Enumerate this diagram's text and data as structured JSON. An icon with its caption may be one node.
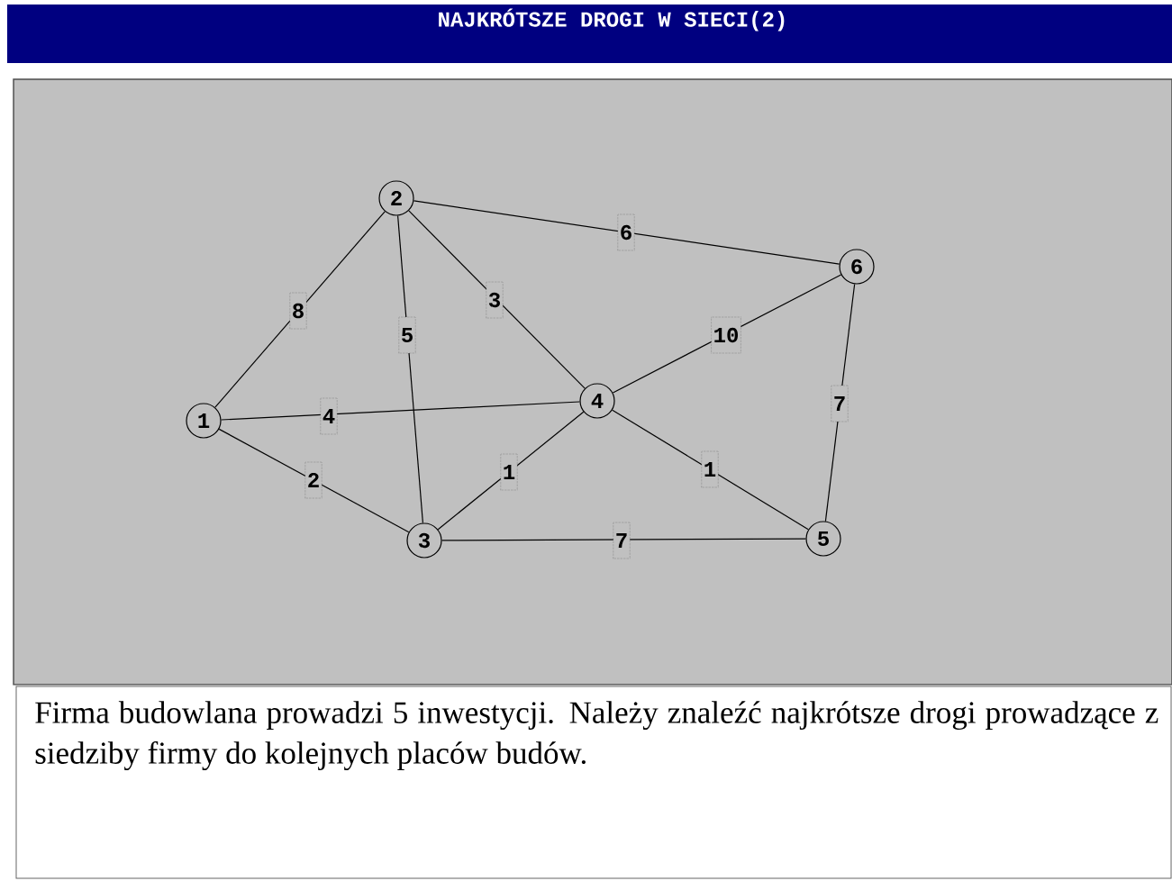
{
  "diagram": {
    "title": "NAJKRÓTSZE DROGI W SIECI(2)",
    "caption": "Firma budowlana prowadzi 5 inwestycji. Należy znaleźć najkrótsze drogi prowadzące z siedziby firmy do kolejnych placów budów.",
    "nodes": [
      {
        "text": [
          "1"
        ]
      },
      {
        "text": [
          "2"
        ]
      },
      {
        "text": [
          "3"
        ]
      },
      {
        "text": [
          "4"
        ]
      },
      {
        "text": [
          "5"
        ]
      },
      {
        "text": [
          "6"
        ]
      }
    ],
    "edges": [
      {
        "from": 0,
        "to": 1,
        "arrow": "none",
        "label": "8"
      },
      {
        "from": 1,
        "to": 2,
        "arrow": "none",
        "label": "5"
      },
      {
        "from": 1,
        "to": 3,
        "arrow": "none",
        "label": "3"
      },
      {
        "from": 1,
        "to": 5,
        "arrow": "none",
        "label": "6"
      },
      {
        "from": 0,
        "to": 3,
        "arrow": "none",
        "label": "4"
      },
      {
        "from": 0,
        "to": 2,
        "arrow": "none",
        "label": "2"
      },
      {
        "from": 2,
        "to": 3,
        "arrow": "none",
        "label": "1"
      },
      {
        "from": 3,
        "to": 5,
        "arrow": "none",
        "label": "10"
      },
      {
        "from": 3,
        "to": 4,
        "arrow": "none",
        "label": "1"
      },
      {
        "from": 2,
        "to": 4,
        "arrow": "none",
        "label": "7"
      },
      {
        "from": 5,
        "to": 4,
        "arrow": "none",
        "label": "7"
      }
    ]
  }
}
